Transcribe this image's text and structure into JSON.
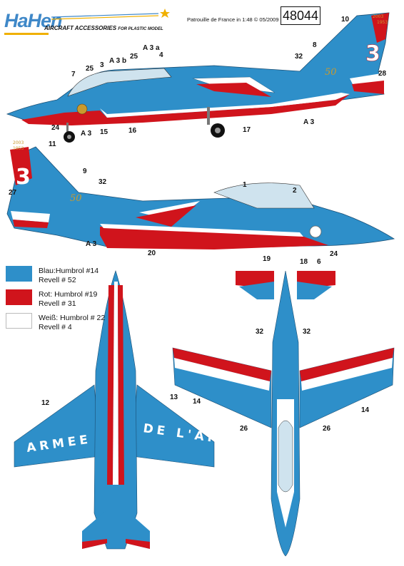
{
  "header": {
    "logo": "HaHen",
    "subtitle_main": "AIRCRAFT ACCESSORIES",
    "subtitle_small": "FOR PLASTIC MODEL",
    "meta": "Patrouille de France in 1:48 © 05/2009",
    "sheet_number": "48044"
  },
  "colors": {
    "blue": "#2e8fc9",
    "red": "#d0141c",
    "white": "#ffffff",
    "gold": "#c99a2e"
  },
  "legend": [
    {
      "line1": "Blau:Humbrol #14",
      "line2": "Revell # 52",
      "color": "#2e8fc9"
    },
    {
      "line1": "Rot: Humbrol #19",
      "line2": "Revell # 31",
      "color": "#d0141c"
    },
    {
      "line1": "Weiß: Humbrol # 22",
      "line2": "Revell # 4",
      "color": "#ffffff"
    }
  ],
  "tail_marks": {
    "number": "3",
    "year_top": "2003",
    "year_bottom": "1953",
    "anniversary": "50"
  },
  "wing_text": {
    "left": "ARMEE",
    "right": "DE L'AIR"
  },
  "callouts_top_profile": [
    "10",
    "8",
    "32",
    "28",
    "A 3 a",
    "4",
    "A 3 b",
    "25",
    "3",
    "25",
    "7",
    "24",
    "A 3",
    "15",
    "16",
    "17",
    "A 3"
  ],
  "callouts_bottom_profile": [
    "11",
    "9",
    "32",
    "27",
    "1",
    "2",
    "A 3",
    "20",
    "19",
    "18",
    "6",
    "24"
  ],
  "callouts_planform": [
    "12",
    "13",
    "32",
    "32",
    "14",
    "14",
    "26",
    "26"
  ]
}
